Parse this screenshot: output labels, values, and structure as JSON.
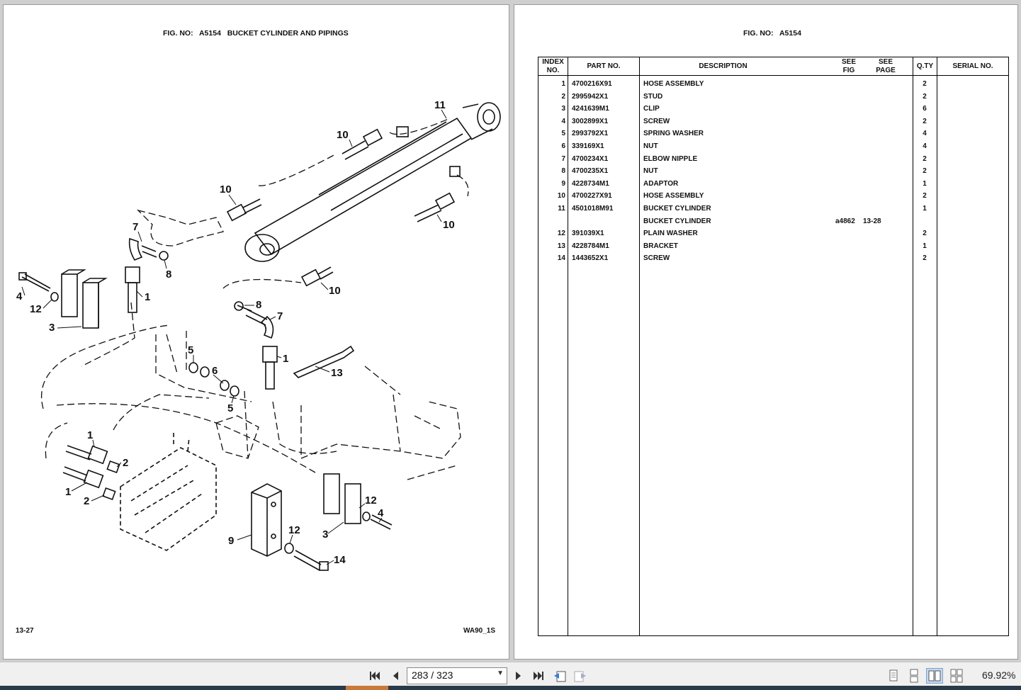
{
  "left_page": {
    "fig_label": "FIG. NO:",
    "fig_no": "A5154",
    "fig_title": "BUCKET CYLINDER AND PIPINGS",
    "page_ref": "13-27",
    "model": "WA90_1S",
    "callouts": [
      "11",
      "10",
      "10",
      "10",
      "7",
      "8",
      "4",
      "12",
      "1",
      "3",
      "10",
      "8",
      "7",
      "1",
      "13",
      "5",
      "6",
      "5",
      "1",
      "2",
      "1",
      "2",
      "12",
      "4",
      "3",
      "9",
      "12",
      "14"
    ]
  },
  "right_page": {
    "fig_label": "FIG. NO:",
    "fig_no": "A5154",
    "headers": {
      "index": "INDEX NO.",
      "part": "PART NO.",
      "desc": "DESCRIPTION",
      "see_fig": "SEE FIG",
      "see_page": "SEE PAGE",
      "qty": "Q.TY",
      "serial": "SERIAL NO."
    },
    "rows": [
      {
        "idx": "1",
        "part": "4700216X91",
        "desc": "HOSE ASSEMBLY",
        "fig": "",
        "page": "",
        "qty": "2"
      },
      {
        "idx": "2",
        "part": "2995942X1",
        "desc": "STUD",
        "fig": "",
        "page": "",
        "qty": "2"
      },
      {
        "idx": "3",
        "part": "4241639M1",
        "desc": "CLIP",
        "fig": "",
        "page": "",
        "qty": "6"
      },
      {
        "idx": "4",
        "part": "3002899X1",
        "desc": "SCREW",
        "fig": "",
        "page": "",
        "qty": "2"
      },
      {
        "idx": "5",
        "part": "2993792X1",
        "desc": "SPRING WASHER",
        "fig": "",
        "page": "",
        "qty": "4"
      },
      {
        "idx": "6",
        "part": "339169X1",
        "desc": "NUT",
        "fig": "",
        "page": "",
        "qty": "4"
      },
      {
        "idx": "7",
        "part": "4700234X1",
        "desc": "ELBOW NIPPLE",
        "fig": "",
        "page": "",
        "qty": "2"
      },
      {
        "idx": "8",
        "part": "4700235X1",
        "desc": "NUT",
        "fig": "",
        "page": "",
        "qty": "2"
      },
      {
        "idx": "9",
        "part": "4228734M1",
        "desc": "ADAPTOR",
        "fig": "",
        "page": "",
        "qty": "1"
      },
      {
        "idx": "10",
        "part": "4700227X91",
        "desc": "HOSE ASSEMBLY",
        "fig": "",
        "page": "",
        "qty": "2"
      },
      {
        "idx": "11",
        "part": "4501018M91",
        "desc": "BUCKET CYLINDER",
        "fig": "",
        "page": "",
        "qty": "1"
      },
      {
        "idx": "",
        "part": "",
        "desc": "BUCKET CYLINDER",
        "fig": "a4862",
        "page": "13-28",
        "qty": ""
      },
      {
        "idx": "12",
        "part": "391039X1",
        "desc": "PLAIN WASHER",
        "fig": "",
        "page": "",
        "qty": "2"
      },
      {
        "idx": "13",
        "part": "4228784M1",
        "desc": "BRACKET",
        "fig": "",
        "page": "",
        "qty": "1"
      },
      {
        "idx": "14",
        "part": "1443652X1",
        "desc": "SCREW",
        "fig": "",
        "page": "",
        "qty": "2"
      }
    ]
  },
  "toolbar": {
    "page_indicator": "283 / 323",
    "zoom": "69.92%",
    "icons": [
      "first-page-icon",
      "prev-page-icon",
      "next-page-icon",
      "last-page-icon",
      "go-back-icon",
      "go-forward-icon",
      "single-page-icon",
      "continuous-icon",
      "two-page-icon",
      "two-page-continuous-icon"
    ]
  }
}
